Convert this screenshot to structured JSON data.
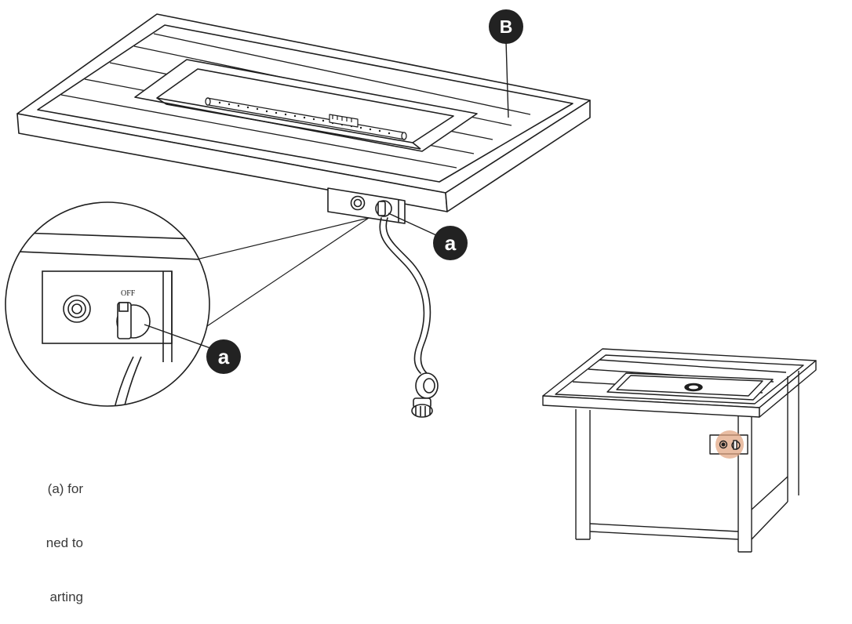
{
  "callouts": {
    "part_label": "B",
    "control_label_main": "a",
    "control_label_zoom": "a"
  },
  "zoom": {
    "knob_state_label": "OFF"
  },
  "caption": {
    "line1": "(a) for",
    "line2": "ned to",
    "line3": "arting"
  },
  "colors": {
    "ink": "#1f1f1f",
    "badge_fill": "#222222",
    "highlight": "#e2a784"
  }
}
